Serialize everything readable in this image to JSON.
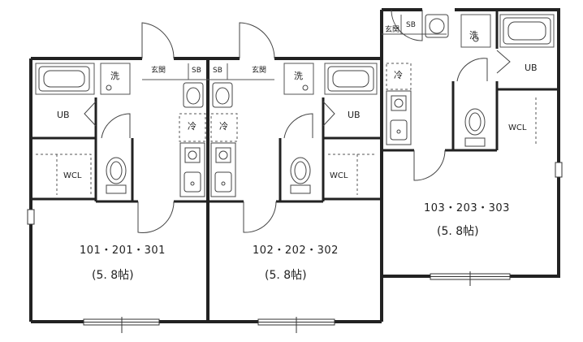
{
  "units": [
    {
      "room_numbers": "101・201・301",
      "size": "(5. 8帖)",
      "labels": {
        "bath": "UB",
        "laundry": "洗",
        "entrance": "玄関",
        "shoebox": "SB",
        "fridge": "冷",
        "closet": "WCL"
      }
    },
    {
      "room_numbers": "102・202・302",
      "size": "(5. 8帖)",
      "labels": {
        "bath": "UB",
        "laundry": "洗",
        "entrance": "玄関",
        "shoebox": "SB",
        "fridge": "冷",
        "closet": "WCL"
      }
    },
    {
      "room_numbers": "103・203・303",
      "size": "(5. 8帖)",
      "labels": {
        "bath": "UB",
        "laundry": "洗",
        "entrance": "玄関",
        "shoebox": "SB",
        "fridge": "冷",
        "closet": "WCL"
      }
    }
  ],
  "icons": [
    "toilet-icon",
    "bathtub-icon",
    "washbasin-icon",
    "stove-icon",
    "sink-icon",
    "washer-icon",
    "door-swing-icon",
    "window-icon"
  ],
  "colors": {
    "wall": "#222222",
    "line": "#333333",
    "background": "#ffffff"
  }
}
